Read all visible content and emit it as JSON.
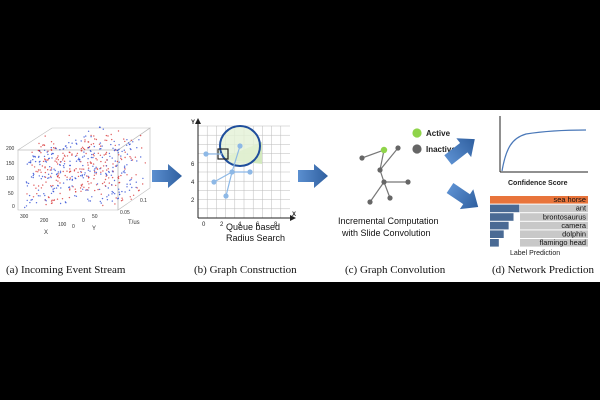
{
  "panels": {
    "a": {
      "caption": "(a) Incoming Event Stream",
      "axis_x": "X",
      "axis_y": "Y",
      "axis_t": "T/us",
      "ticks_left": [
        "200",
        "150",
        "100",
        "50",
        "0"
      ],
      "ticks_x": [
        "300",
        "200",
        "100",
        "0"
      ],
      "ticks_y": [
        "0",
        "50"
      ],
      "ticks_t": [
        "0.05",
        "0.1"
      ],
      "colors": {
        "positive": "#d62728",
        "negative": "#1f3fd1"
      }
    },
    "b": {
      "caption": "(b) Graph Construction",
      "label_line1": "Queue based",
      "label_line2": "Radius Search",
      "axis_x": "X",
      "axis_y": "Y",
      "ticks_x": [
        "0",
        "2",
        "4",
        "6",
        "8"
      ],
      "ticks_y": [
        "2",
        "4",
        "6"
      ],
      "colors": {
        "circle": "#1f4e9c",
        "highlight": "#cfe8b8",
        "node": "#8db8e6"
      }
    },
    "c": {
      "caption": "(c) Graph Convolution",
      "legend_active": "Active",
      "legend_inactive": "Inactive",
      "label_line1": "Incremental Computation",
      "label_line2": "with Slide Convolution",
      "colors": {
        "active": "#8fd44a",
        "inactive": "#666666"
      }
    },
    "d": {
      "caption": "(d) Network Prediction",
      "confidence_label": "Confidence Score",
      "prediction_label": "Label Prediction",
      "labels": [
        "sea horse",
        "ant",
        "brontosaurus",
        "camera",
        "dolphin",
        "flamingo head"
      ],
      "bar_fractions": [
        1.0,
        0.3,
        0.24,
        0.19,
        0.14,
        0.09
      ],
      "colors": {
        "top": "#e8743b",
        "other": "#4a6a94",
        "label_bg": "#c8c8c8"
      }
    }
  },
  "arrow_color": "#3e6fb3"
}
